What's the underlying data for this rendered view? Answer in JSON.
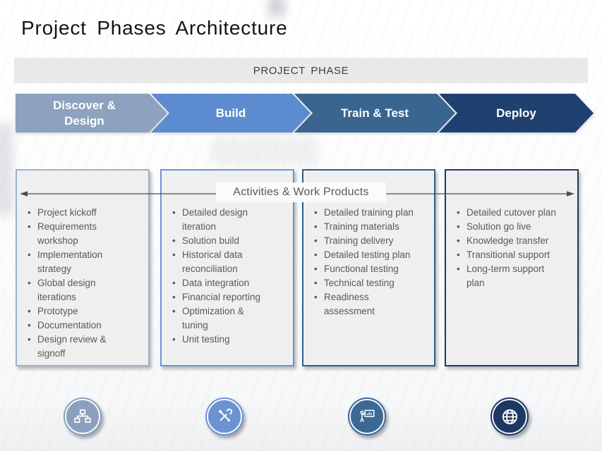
{
  "slide": {
    "title": "Project Phases Architecture",
    "banner_label": "PROJECT PHASE",
    "activities_header": "Activities & Work Products"
  },
  "phases": [
    {
      "label": "Discover &\nDesign",
      "color": "#8CA2BE"
    },
    {
      "label": "Build",
      "color": "#5C8CCF"
    },
    {
      "label": "Train & Test",
      "color": "#3A658F"
    },
    {
      "label": "Deploy",
      "color": "#204070"
    }
  ],
  "columns": [
    {
      "phase": "Discover & Design",
      "border_color": "#9DB1C9",
      "items": [
        "Project kickoff",
        "Requirements\nworkshop",
        "Implementation\nstrategy",
        "Global design\niterations",
        "Prototype",
        "Documentation",
        "Design review &\nsignoff"
      ]
    },
    {
      "phase": "Build",
      "border_color": "#6A95D4",
      "items": [
        "Detailed design\niteration",
        "Solution build",
        "Historical data\nreconciliation",
        "Data integration",
        "Financial reporting",
        "Optimization &\ntuning",
        "Unit testing"
      ]
    },
    {
      "phase": "Train & Test",
      "border_color": "#2F5E88",
      "items": [
        "Detailed training plan",
        "Training materials",
        "Training delivery",
        "Detailed testing plan",
        "Functional testing",
        "Technical testing",
        "Readiness\nassessment"
      ]
    },
    {
      "phase": "Deploy",
      "border_color": "#1E3A62",
      "items": [
        "Detailed cutover plan",
        "Solution go live",
        "Knowledge transfer",
        "Transitional support",
        "Long-term support\nplan"
      ]
    }
  ],
  "icons": [
    {
      "name": "org-chart-icon",
      "color": "#8BA0BC"
    },
    {
      "name": "tools-icon",
      "color": "#6B93D1"
    },
    {
      "name": "presentation-icon",
      "color": "#3C6894"
    },
    {
      "name": "globe-icon",
      "color": "#1E3864"
    }
  ],
  "theme": {
    "box_fill": "#EFEFEF",
    "banner_bg": "#E9E9E9",
    "bullet_text": "#595959",
    "arrow_line": "#4D4D4D"
  }
}
